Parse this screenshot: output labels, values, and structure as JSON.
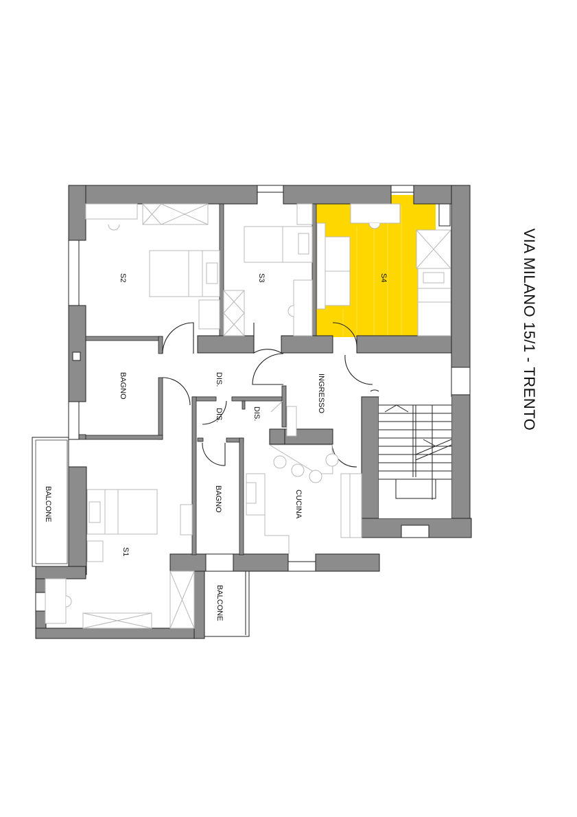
{
  "title": "VIA MILANO 15/1 - TRENTO",
  "highlight_color": "#FFD700",
  "wall_color": "#8C8C8C",
  "rooms": {
    "s2": {
      "label": "S2"
    },
    "s3": {
      "label": "S3"
    },
    "s4": {
      "label": "S4",
      "highlighted": true
    },
    "bagno_1": {
      "label": "BAGNO"
    },
    "dis_1": {
      "label": "DIS."
    },
    "dis_2": {
      "label": "DIS."
    },
    "dis_3": {
      "label": "DIS."
    },
    "ingresso": {
      "label": "INGRESSO"
    },
    "balcone_1": {
      "label": "BALCONE"
    },
    "s1": {
      "label": "S1"
    },
    "bagno_2": {
      "label": "BAGNO"
    },
    "cucina": {
      "label": "CUCINA"
    },
    "balcone_2": {
      "label": "BALCONE"
    }
  }
}
